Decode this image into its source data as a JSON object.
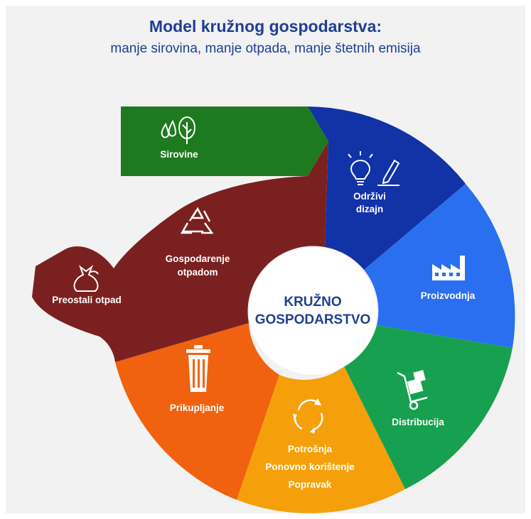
{
  "header": {
    "title": "Model kružnog gospodarstva:",
    "subtitle": "manje sirovina, manje otpada, manje štetnih emisija"
  },
  "center": {
    "line1": "KRUŽNO",
    "line2": "GOSPODARSTVO"
  },
  "segments": {
    "sirovine": {
      "label": "Sirovine",
      "color": "#1e7a1e",
      "icon": "drops-tree-icon"
    },
    "dizajn": {
      "line1": "Održivi",
      "line2": "dizajn",
      "color": "#1232a8",
      "icon": "lightbulb-pencil-icon"
    },
    "proizvodnja": {
      "label": "Proizvodnja",
      "color": "#2a6ff0",
      "icon": "factory-icon"
    },
    "distribucija": {
      "label": "Distribucija",
      "color": "#17a050",
      "icon": "hand-truck-icon"
    },
    "potrosnja": {
      "line1": "Potrošnja",
      "line2": "Ponovno korištenje",
      "line3": "Popravak",
      "color": "#f5a00a",
      "icon": "circular-arrows-icon"
    },
    "prikupljanje": {
      "label": "Prikupljanje",
      "color": "#f0620f",
      "icon": "trash-bin-icon"
    },
    "gospodarenje": {
      "line1": "Gospodarenje",
      "line2": "otpadom",
      "color": "#7b2020",
      "icon": "recycle-icon"
    },
    "preostali": {
      "label": "Preostali otpad",
      "color": "#7b2020",
      "icon": "waste-bag-icon"
    }
  }
}
